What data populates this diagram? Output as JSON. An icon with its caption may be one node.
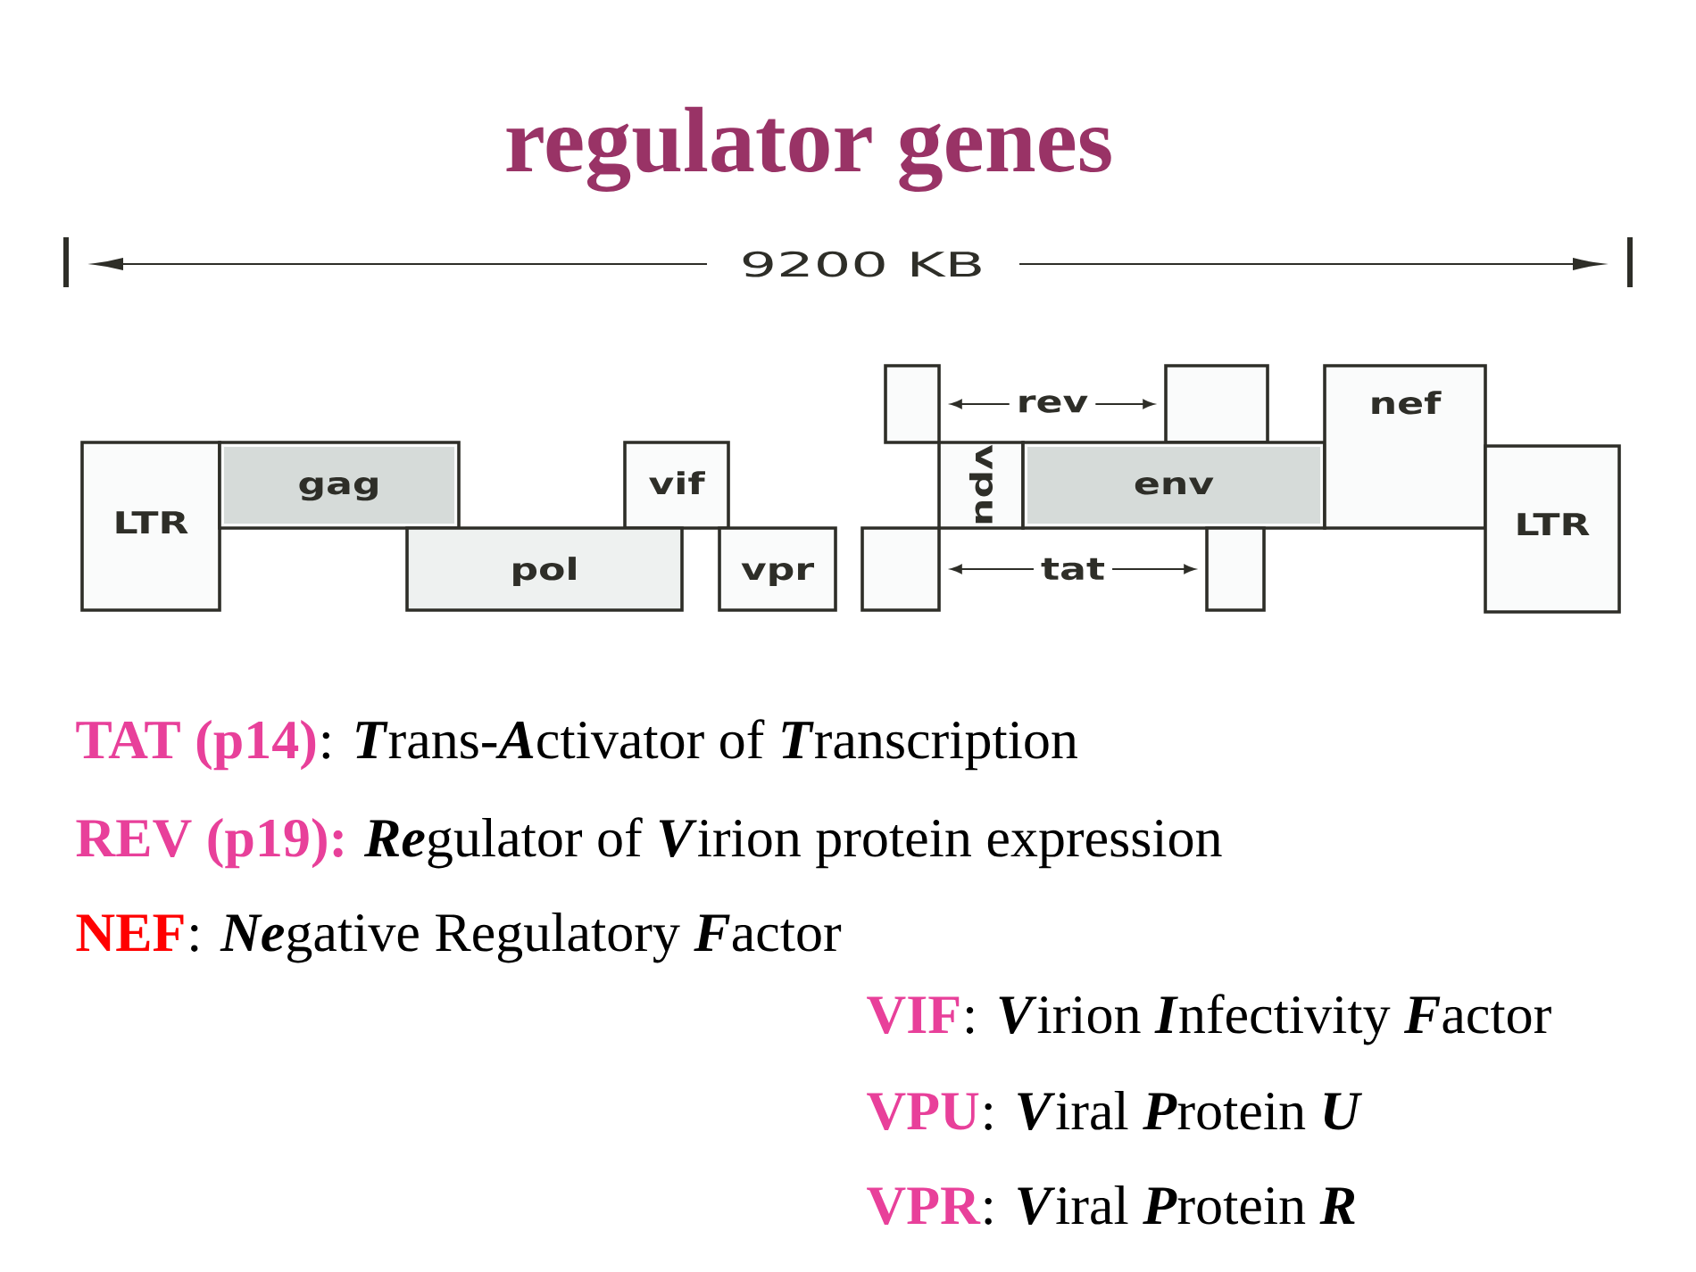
{
  "diagram": {
    "title": "regulator genes",
    "nodes": [
      {
        "text": [
          "LTR"
        ]
      },
      {
        "text": [
          "gag"
        ]
      },
      {
        "text": [
          "vif"
        ]
      },
      {
        "text": [
          "pol"
        ]
      },
      {
        "text": [
          "vpr"
        ]
      },
      {
        "text": [],
        "shape": "box"
      },
      {
        "text": [],
        "shape": "box"
      },
      {
        "text": [
          "vpu"
        ]
      },
      {
        "text": [
          "env"
        ]
      },
      {
        "text": [
          "nef"
        ]
      },
      {
        "text": [],
        "shape": "box"
      },
      {
        "text": [],
        "shape": "box"
      },
      {
        "text": [
          "LTR"
        ]
      }
    ],
    "edges": [
      {
        "from": 5,
        "to": 6,
        "arrow": "both",
        "label": "rev"
      },
      {
        "from": 10,
        "to": 11,
        "arrow": "both",
        "label": "tat"
      }
    ],
    "labels": [
      "9200 KB",
      "TAT (p14)",
      ": **T**rans-**A**ctivator of **T**ranscription",
      "REV (p19):",
      "**Re**gulator of **V**irion protein expression",
      "NEF",
      ": **Ne**gative Regulatory **F**actor",
      "VIF",
      ": **V**irion **I**nfectivity **F**actor",
      "VPU",
      ": **V**iral **P**rotein **U**",
      "VPR",
      ": **V**iral **P**rotein **R**"
    ]
  }
}
